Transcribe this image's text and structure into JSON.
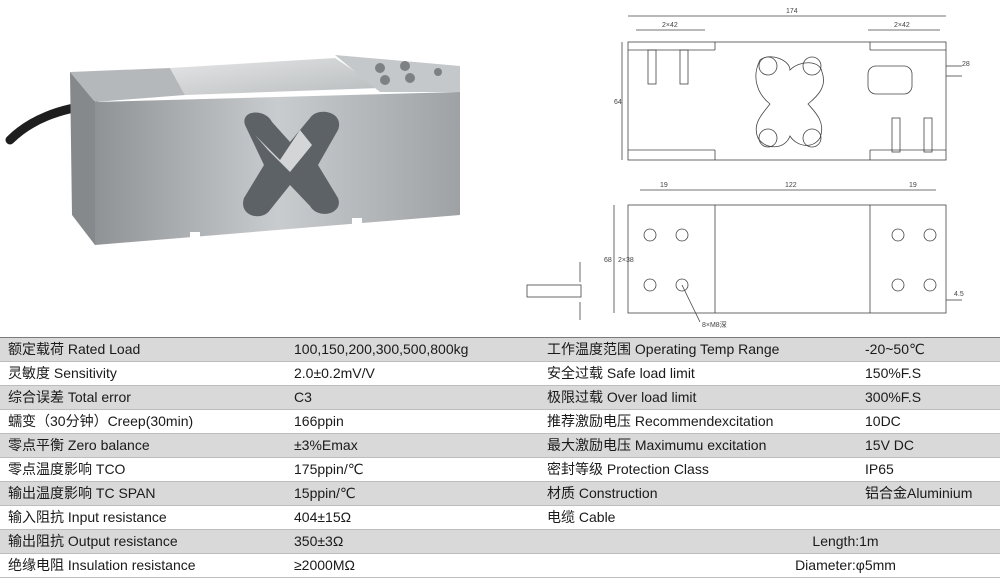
{
  "drawing": {
    "top_view": {
      "overall_length": "174",
      "left_holes": "2×42",
      "right_holes": "2×42",
      "height": "64",
      "cable_offset": "28"
    },
    "plan_view": {
      "left_margin": "19",
      "hole_spacing": "122",
      "right_margin": "19",
      "width": "68",
      "hole_pitch": "2×38",
      "thread_callout": "8×M8深",
      "cable_dim": "4.5"
    }
  },
  "specs": {
    "rows": [
      {
        "label1": "额定载荷 Rated Load",
        "value1": "100,150,200,300,500,800kg",
        "label2": "工作温度范围 Operating Temp Range",
        "value2": "-20~50℃"
      },
      {
        "label1": "灵敏度 Sensitivity",
        "value1": "2.0±0.2mV/V",
        "label2": "安全过载 Safe load limit",
        "value2": "150%F.S"
      },
      {
        "label1": "综合误差 Total error",
        "value1": "C3",
        "label2": "极限过载 Over load limit",
        "value2": "300%F.S"
      },
      {
        "label1": "蠕变（30分钟）Creep(30min)",
        "value1": "166ppin",
        "label2": "推荐激励电压 Recommendexcitation",
        "value2": "10DC"
      },
      {
        "label1": "零点平衡 Zero balance",
        "value1": "±3%Emax",
        "label2": "最大激励电压 Maximumu excitation",
        "value2": "15V DC"
      },
      {
        "label1": "零点温度影响 TCO",
        "value1": "175ppin/℃",
        "label2": "密封等级 Protection Class",
        "value2": "IP65"
      },
      {
        "label1": "输出温度影响 TC SPAN",
        "value1": "15ppin/℃",
        "label2": "材质 Construction",
        "value2": "铝合金Aluminium"
      },
      {
        "label1": "输入阻抗 Input resistance",
        "value1": "404±15Ω",
        "label2": "电缆 Cable",
        "value2": ""
      }
    ],
    "merged_rows": [
      {
        "label1": "输出阻抗 Output resistance",
        "value1": "350±3Ω",
        "merged": "Length:1m"
      },
      {
        "label1": "绝缘电阻 Insulation resistance",
        "value1": "≥2000MΩ",
        "merged": "Diameter:φ5mm"
      }
    ]
  }
}
